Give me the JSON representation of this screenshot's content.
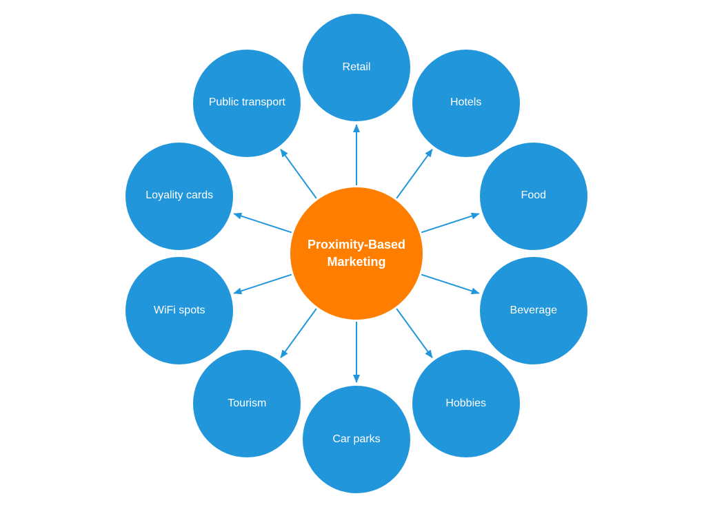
{
  "diagram": {
    "center": {
      "label": "Proximity-Based Marketing",
      "color": "#FF7E00",
      "text_color": "#FFFFFF"
    },
    "nodes": [
      {
        "label": "Retail"
      },
      {
        "label": "Hotels"
      },
      {
        "label": "Food"
      },
      {
        "label": "Beverage"
      },
      {
        "label": "Hobbies"
      },
      {
        "label": "Car parks"
      },
      {
        "label": "Tourism"
      },
      {
        "label": "WiFi spots"
      },
      {
        "label": "Loyality cards"
      },
      {
        "label": "Public transport"
      }
    ],
    "colors": {
      "node": "#2196DB",
      "node_text": "#FFFFFF",
      "arrow": "#2196DB",
      "background": "#FFFFFF"
    }
  }
}
